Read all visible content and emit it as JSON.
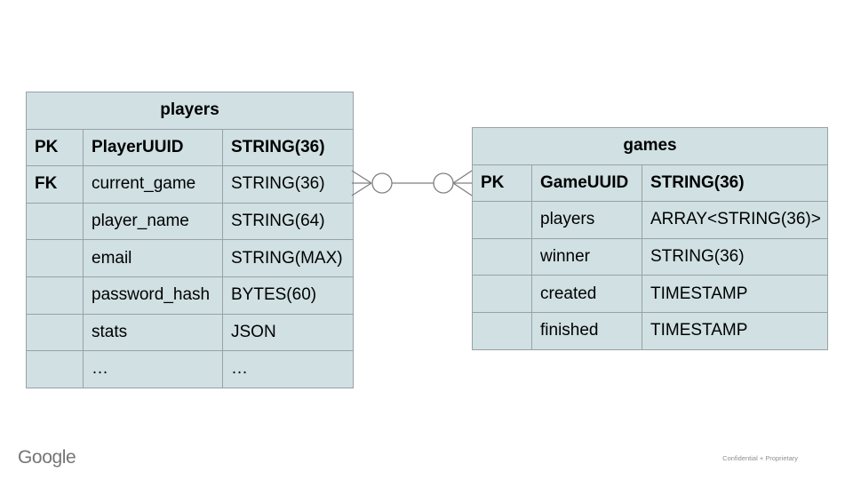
{
  "slide": {
    "background": "#ffffff"
  },
  "colors": {
    "cell_fill": "#d0e0e3",
    "cell_border": "#98a2a4",
    "table_text": "#000000",
    "connector_stroke": "#7f7f7f",
    "logo_gray": "#757575",
    "confidential_gray": "#8f8f8f"
  },
  "tables": [
    {
      "id": "players",
      "title": "players",
      "columns": [
        "key",
        "name",
        "type"
      ],
      "rows": [
        {
          "key": "PK",
          "name": "PlayerUUID",
          "type": "STRING(36)",
          "style": "pk"
        },
        {
          "key": "FK",
          "name": "current_game",
          "type": "STRING(36)",
          "style": "fk"
        },
        {
          "key": "",
          "name": "player_name",
          "type": "STRING(64)",
          "style": "normal"
        },
        {
          "key": "",
          "name": "email",
          "type": "STRING(MAX)",
          "style": "normal"
        },
        {
          "key": "",
          "name": "password_hash",
          "type": "BYTES(60)",
          "style": "normal"
        },
        {
          "key": "",
          "name": "stats",
          "type": "JSON",
          "style": "normal"
        },
        {
          "key": "",
          "name": "…",
          "type": "…",
          "style": "normal"
        }
      ]
    },
    {
      "id": "games",
      "title": "games",
      "columns": [
        "key",
        "name",
        "type"
      ],
      "rows": [
        {
          "key": "PK",
          "name": "GameUUID",
          "type": "STRING(36)",
          "style": "pk"
        },
        {
          "key": "",
          "name": "players",
          "type": "ARRAY<STRING(36)>",
          "style": "normal"
        },
        {
          "key": "",
          "name": "winner",
          "type": "STRING(36)",
          "style": "normal"
        },
        {
          "key": "",
          "name": "created",
          "type": "TIMESTAMP",
          "style": "normal"
        },
        {
          "key": "",
          "name": "finished",
          "type": "TIMESTAMP",
          "style": "normal"
        }
      ]
    }
  ],
  "relationship": {
    "from": "players",
    "to": "games",
    "notation": "zero-or-many to zero-or-many (crow's foot with circles)"
  },
  "footer": {
    "logo_text": "Google",
    "confidential_label": "Confidential + Proprietary"
  }
}
